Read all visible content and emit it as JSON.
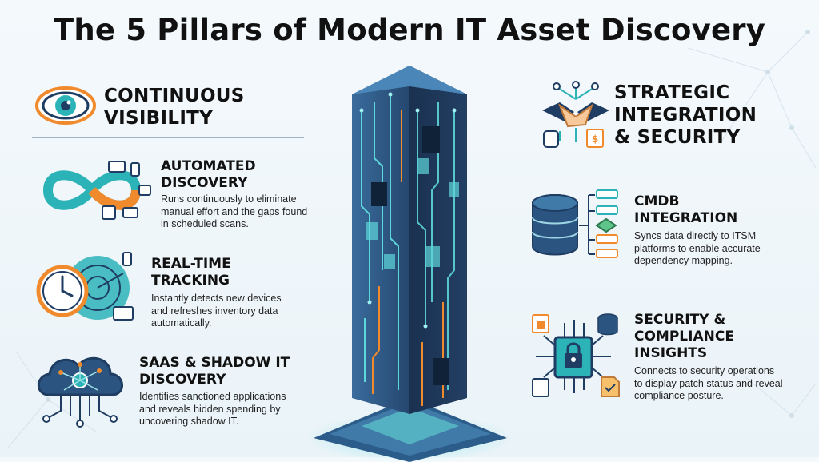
{
  "title": "The 5 Pillars of Modern IT Asset Discovery",
  "left_section": {
    "heading_line1": "CONTINUOUS",
    "heading_line2": "VISIBILITY",
    "items": [
      {
        "title_line1": "AUTOMATED",
        "title_line2": "DISCOVERY",
        "desc_lines": [
          "Runs continuously to eliminate",
          "manual effort and the gaps found",
          "in scheduled scans."
        ],
        "icon": "infinity-devices-icon"
      },
      {
        "title_line1": "REAL-TIME",
        "title_line2": "TRACKING",
        "desc_lines": [
          "Instantly detects new devices",
          "and refreshes inventory data",
          "automatically."
        ],
        "icon": "clock-radar-icon"
      },
      {
        "title_line1": "SAAS & SHADOW IT",
        "title_line2": "DISCOVERY",
        "desc_lines": [
          "Identifies sanctioned applications",
          "and reveals hidden spending by",
          "uncovering shadow IT."
        ],
        "icon": "cloud-network-icon"
      }
    ]
  },
  "right_section": {
    "heading_line1": "STRATEGIC",
    "heading_line2": "INTEGRATION",
    "heading_line3": "& SECURITY",
    "items": [
      {
        "title_line1": "CMDB",
        "title_line2": "INTEGRATION",
        "desc_lines": [
          "Syncs data directly to ITSM",
          "platforms to enable accurate",
          "dependency mapping."
        ],
        "icon": "database-sync-icon"
      },
      {
        "title_line1": "SECURITY &",
        "title_line2": "COMPLIANCE",
        "title_line3": "INSIGHTS",
        "desc_lines": [
          "Connects to security operations",
          "to display patch status and reveal",
          "compliance posture."
        ],
        "icon": "security-chip-icon"
      }
    ]
  },
  "colors": {
    "teal": "#2bb3b8",
    "navy": "#1f3d63",
    "orange": "#f08a2c",
    "tower_dark": "#1a3150",
    "tower_mid": "#2b5580"
  }
}
